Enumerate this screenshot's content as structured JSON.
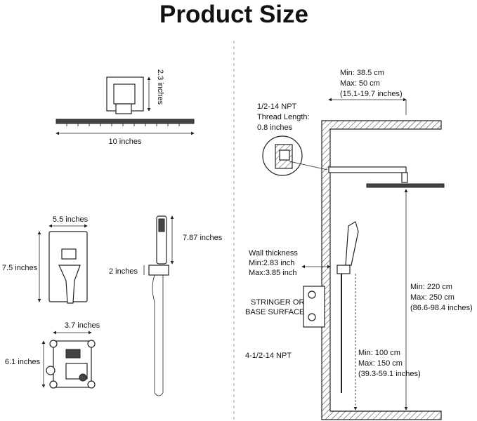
{
  "title": "Product Size",
  "shower_head": {
    "height": "2.3 inches",
    "width": "10 inches"
  },
  "valve_trim": {
    "width": "5.5 inches",
    "height": "7.5 inches"
  },
  "handheld": {
    "length": "7.87 inches",
    "holder": "2 inches"
  },
  "valve_body": {
    "width": "3.7 inches",
    "height": "6.1 inches"
  },
  "install": {
    "arm_min": "Min: 38.5 cm",
    "arm_max": "Max: 50 cm",
    "arm_range": "(15.1-19.7 inches)",
    "npt_line1": "1/2-14 NPT",
    "npt_line2": "Thread Length:",
    "npt_line3": "0.8 inches",
    "wall_title": "Wall thickness",
    "wall_min": "Min:2.83 inch",
    "wall_max": "Max:3.85 inch",
    "stringer1": "STRINGER OR",
    "stringer2": "BASE SURFACE",
    "npt_bottom": "4-1/2-14 NPT",
    "head_min": "Min: 220 cm",
    "head_max": "Max: 250 cm",
    "head_range": "(86.6-98.4 inches)",
    "valve_min": "Min: 100 cm",
    "valve_max": "Max: 150 cm",
    "valve_range": "(39.3-59.1 inches)"
  }
}
